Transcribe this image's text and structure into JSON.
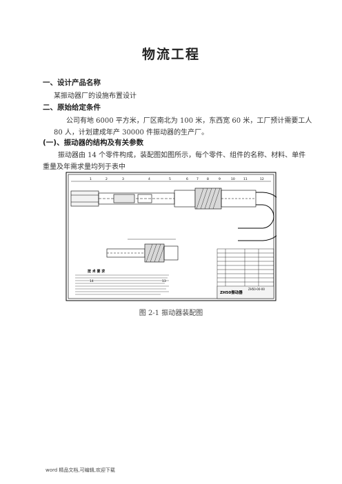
{
  "title": "物流工程",
  "sections": {
    "s1_heading": "一、设计产品名称",
    "s1_text": "某振动器厂的设施布置设计",
    "s2_heading": "二、原始给定条件",
    "s2_text_line1": "公司有地 6000 平方米，厂区南北为 100 米，东西宽 60 米，工厂预计需要工人",
    "s2_text_line2": "80 人，计划建成年产 30000 件振动器的生产厂。",
    "s3_heading": "(一)、振动器的结构及有关参数",
    "s3_text_line1": "振动器由 14 个零件构成，装配图如图所示，每个零件、组件的名称、材料、单件",
    "s3_text_line2": "重量及年需求量均列于表中"
  },
  "drawing": {
    "notes_title": "技 术 要 求",
    "product_name": "ZH50振动器",
    "drawing_number": "ZH50-00-00",
    "part_callouts": [
      "1",
      "2",
      "3",
      "4",
      "5",
      "6",
      "7",
      "8",
      "9",
      "10",
      "11",
      "12",
      "13",
      "14"
    ]
  },
  "caption": "图 2-1 振动器装配图",
  "footer": "word 精品文档,可编辑,欢迎下载"
}
